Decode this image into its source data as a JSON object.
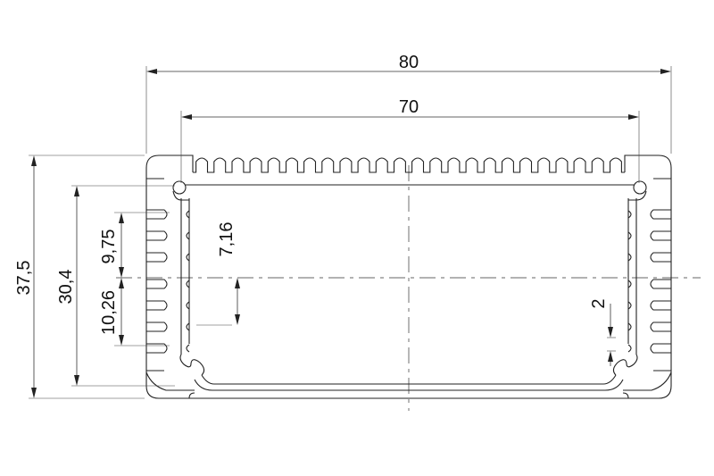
{
  "dimensions": {
    "overall_width": "80",
    "inner_width": "70",
    "overall_height": "37,5",
    "inner_height": "30,4",
    "upper_fin_span": "9,75",
    "lower_fin_span": "10,26",
    "slot_offset": "7,16",
    "wall_thickness": "2"
  }
}
